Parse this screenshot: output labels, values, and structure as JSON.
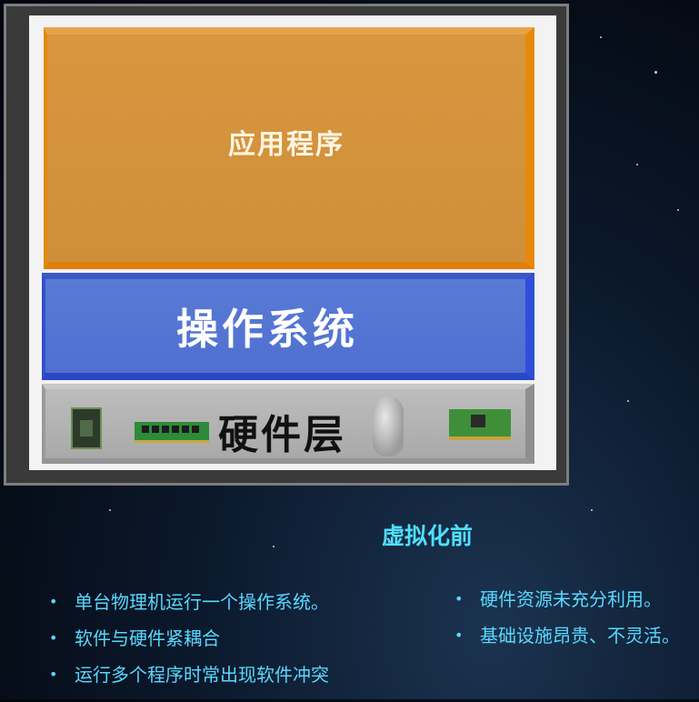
{
  "diagram": {
    "layers": {
      "application": "应用程序",
      "os": "操作系统",
      "hardware": "硬件层"
    }
  },
  "caption": {
    "title": "虚拟化前"
  },
  "left_points": [
    "单台物理机运行一个操作系统。",
    "软件与硬件紧耦合",
    "运行多个程序时常出现软件冲突"
  ],
  "right_points": [
    "硬件资源未充分利用。",
    "基础设施昂贵、不灵活。"
  ],
  "hardware_icons": [
    "cpu-icon",
    "memory-module-icon",
    "mouse-icon",
    "network-card-icon"
  ],
  "colors": {
    "application_layer": "#cf8f3a",
    "os_layer": "#5373d2",
    "hardware_layer": "#b3b3b3",
    "accent_text": "#58d8ff"
  }
}
